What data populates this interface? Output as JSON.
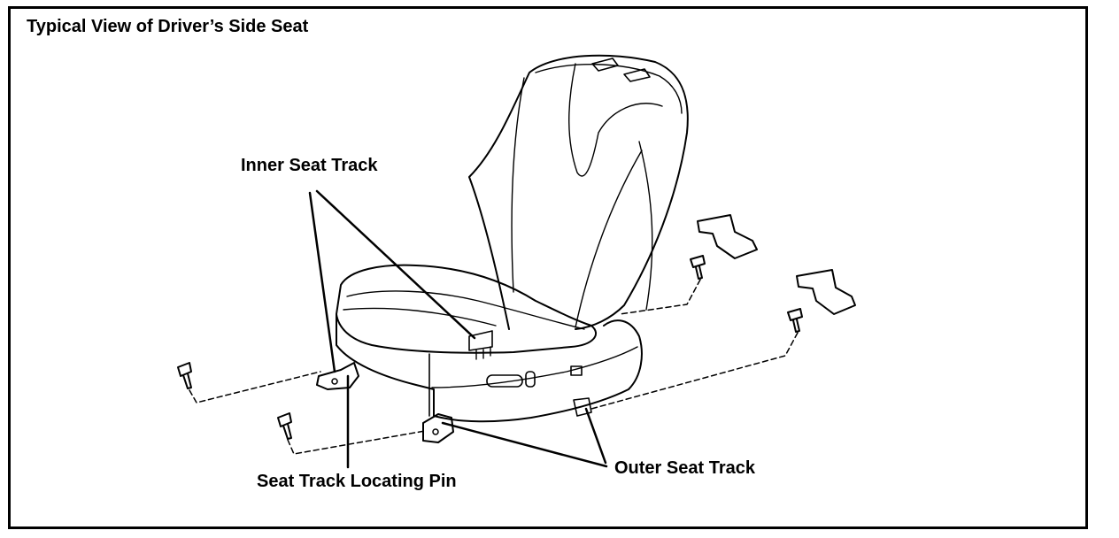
{
  "diagram": {
    "title": "Typical View of Driver’s Side Seat",
    "labels": {
      "inner_seat_track": "Inner Seat Track",
      "outer_seat_track": "Outer Seat Track",
      "seat_track_locating_pin": "Seat Track Locating Pin"
    }
  }
}
